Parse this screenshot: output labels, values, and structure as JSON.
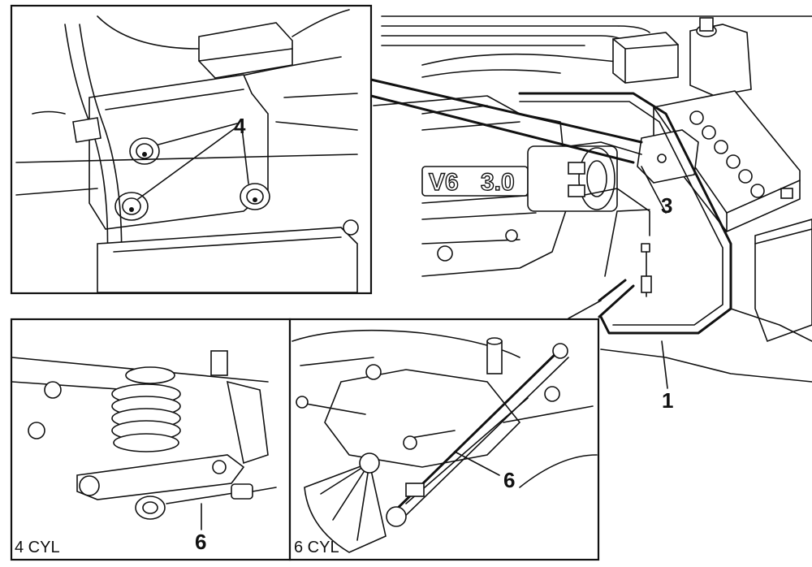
{
  "figure": {
    "engine_badge_text": "V6",
    "engine_badge_size": "3.0",
    "callouts": {
      "c1": "1",
      "c3": "3",
      "c4": "4",
      "c6_left": "6",
      "c6_right": "6"
    },
    "captions": {
      "left_panel": "4 CYL",
      "right_panel": "6 CYL"
    }
  }
}
